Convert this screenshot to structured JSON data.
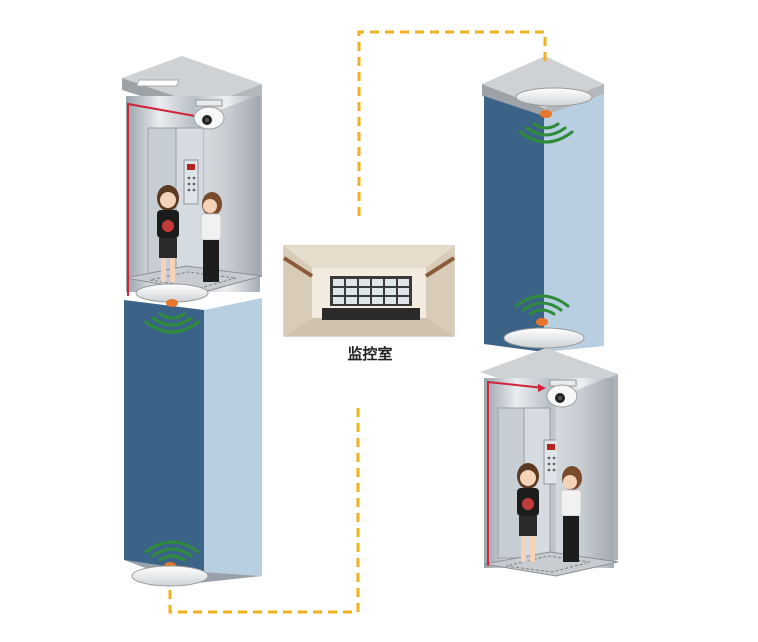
{
  "monitoring_room": {
    "label": "监控室"
  },
  "colors": {
    "cable_dashed": "#f2b01e",
    "signal_wave": "#2e8b3a",
    "camera_wire": "#d0243b",
    "shaft_dark": "#3b6287",
    "shaft_light": "#b7cfe0",
    "ceiling_gray": "#c9ccd0"
  },
  "icons": [
    "camera-icon",
    "wireless-signal-icon",
    "wireless-bridge-unit",
    "monitor-wall"
  ]
}
